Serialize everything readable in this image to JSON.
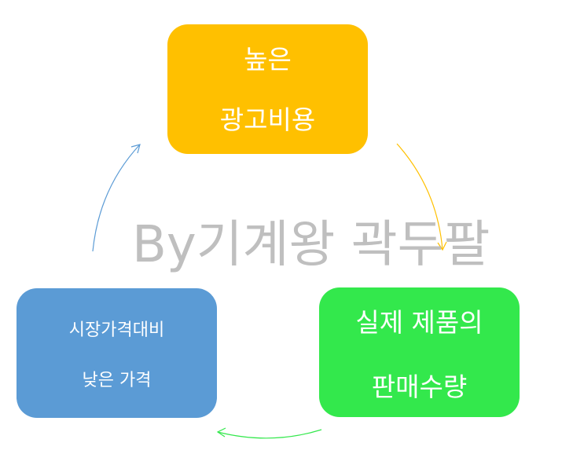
{
  "nodes": {
    "top": {
      "line1": "높은",
      "line2": "광고비용",
      "color": "#ffc000"
    },
    "right": {
      "line1": "실제 제품의",
      "line2": "판매수량",
      "color": "#33e84c"
    },
    "left": {
      "line1": "시장가격대비",
      "line2": "낮은 가격",
      "color": "#5b9bd5"
    }
  },
  "arrows": {
    "top_to_right": "#ffc000",
    "right_to_left": "#33e84c",
    "left_to_top": "#5b9bd5"
  },
  "watermark": "By기계왕 곽두팔"
}
